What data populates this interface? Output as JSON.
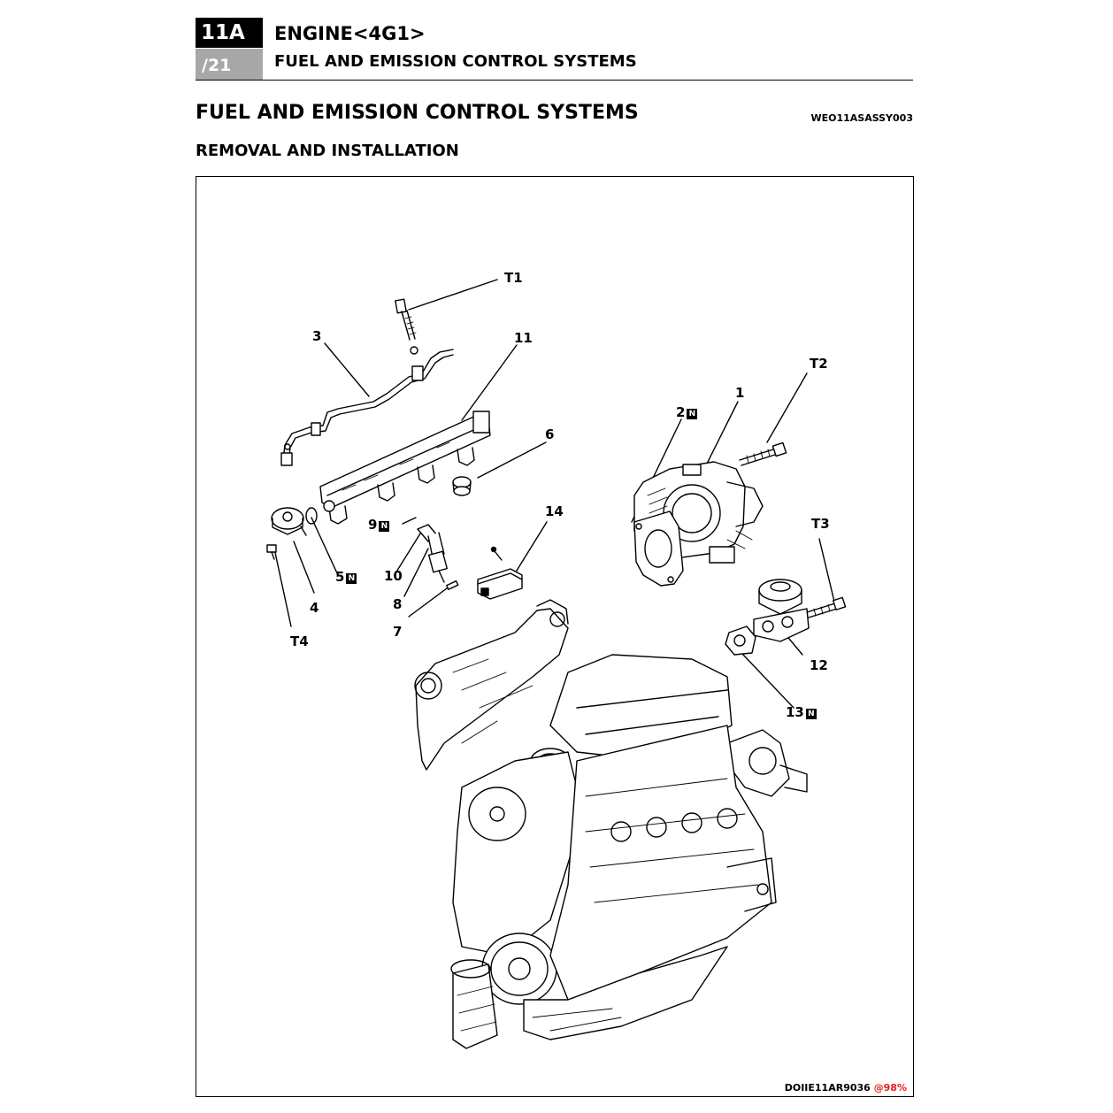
{
  "header": {
    "section": "11A",
    "page": "/21",
    "title": "ENGINE<4G1>",
    "subtitle": "FUEL AND EMISSION CONTROL SYSTEMS"
  },
  "page_title": "FUEL AND EMISSION CONTROL SYSTEMS",
  "doc_code": "WEO11ASASSY003",
  "section_title": "REMOVAL AND INSTALLATION",
  "figure": {
    "code": "DOIIE11AR9036",
    "scale": "@98%",
    "new_part_mark": "N",
    "callouts": {
      "c1": "1",
      "c2": "2",
      "c3": "3",
      "c4": "4",
      "c5": "5",
      "c6": "6",
      "c7": "7",
      "c8": "8",
      "c9": "9",
      "c10": "10",
      "c11": "11",
      "c12": "12",
      "c13": "13",
      "c14": "14",
      "t1": "T1",
      "t2": "T2",
      "t3": "T3",
      "t4": "T4"
    }
  }
}
